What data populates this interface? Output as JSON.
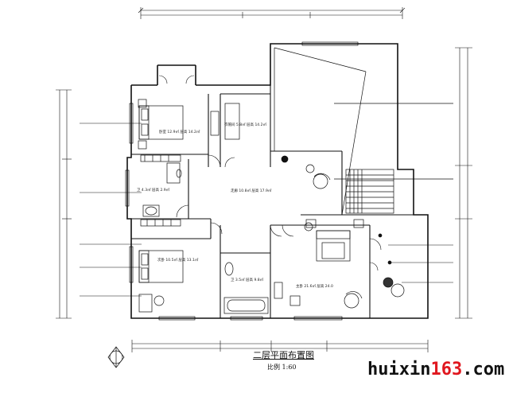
{
  "drawing": {
    "title": "二层平面布置图",
    "scale_text": "比例 1:60"
  },
  "watermark": {
    "prefix": "huixin",
    "accent": "163",
    "suffix": ".com",
    "accent_color": "#e0171f"
  },
  "rooms": {
    "bedroom_a": "卧室 12.9㎡ 层高 14.2㎡",
    "walkin": "衣帽间 5.8㎡ 层高 14.2㎡",
    "bath_a": "卫 4.3㎡ 层高 2.9㎡",
    "corridor": "走廊 10.8㎡ 层高 17.9㎡",
    "bedroom_b": "次卧 10.5㎡ 层高 13.1㎡",
    "bath_b": "卫 3.5㎡ 层高 9.8㎡",
    "master": "主卧 21.6㎡ 层高 24.0"
  }
}
